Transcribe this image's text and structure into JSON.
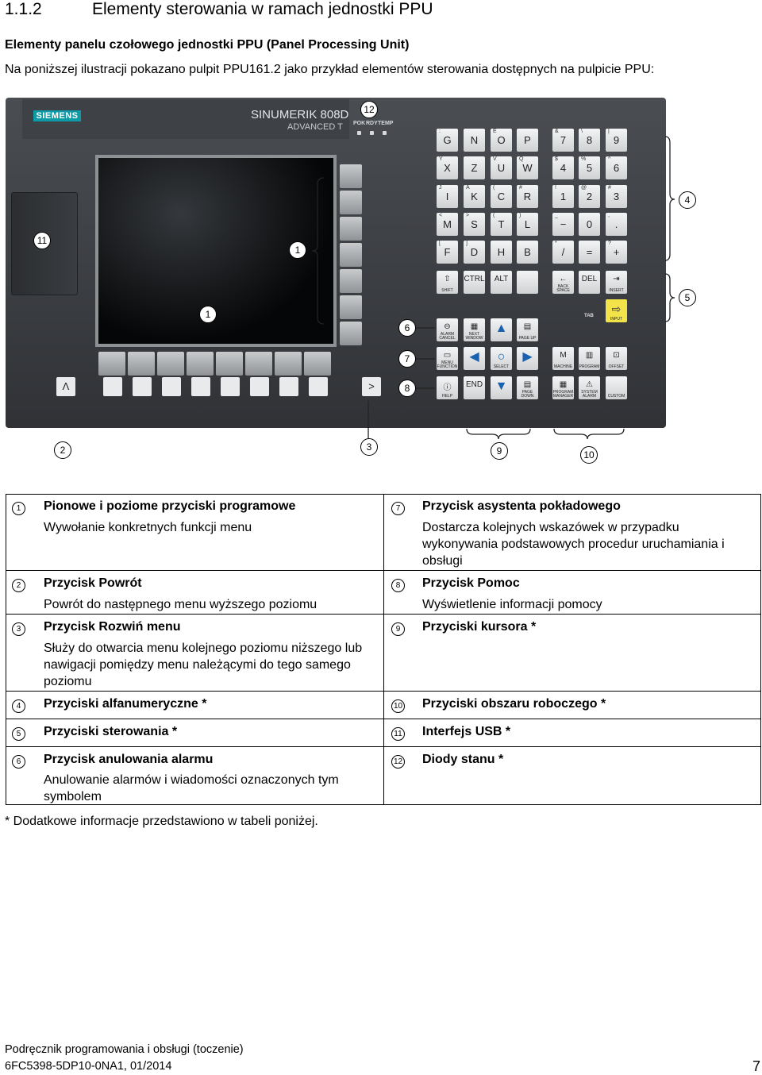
{
  "section": {
    "number": "1.1.2",
    "title": "Elementy sterowania w ramach jednostki PPU"
  },
  "subheading": "Elementy panelu czołowego jednostki PPU (Panel Processing Unit)",
  "intro": "Na poniższej ilustracji pokazano pulpit PPU161.2 jako przykład elementów sterowania dostępnych na pulpicie PPU:",
  "panel": {
    "brand": "SIEMENS",
    "model": "SINUMERIK 808D",
    "variant": "ADVANCED T",
    "leds": [
      "POK",
      "RDY",
      "TEMP"
    ],
    "back_key": "Λ",
    "next_key": ">",
    "alpha_rows": [
      [
        {
          "m": "G",
          "a": ":"
        },
        {
          "m": "N",
          "a": ""
        },
        {
          "m": "O",
          "a": "E"
        },
        {
          "m": "P",
          "a": ""
        },
        {
          "m": "7",
          "a": "&"
        },
        {
          "m": "8",
          "a": "\\"
        },
        {
          "m": "9",
          "a": "|"
        }
      ],
      [
        {
          "m": "X",
          "a": "Y"
        },
        {
          "m": "Z",
          "a": ""
        },
        {
          "m": "U",
          "a": "V"
        },
        {
          "m": "W",
          "a": "Q"
        },
        {
          "m": "4",
          "a": "$"
        },
        {
          "m": "5",
          "a": "%"
        },
        {
          "m": "6",
          "a": "^"
        }
      ],
      [
        {
          "m": "I",
          "a": "J"
        },
        {
          "m": "K",
          "a": "A"
        },
        {
          "m": "C",
          "a": "("
        },
        {
          "m": "R",
          "a": "#"
        },
        {
          "m": "1",
          "a": "!"
        },
        {
          "m": "2",
          "a": "@"
        },
        {
          "m": "3",
          "a": "#"
        }
      ],
      [
        {
          "m": "M",
          "a": "<"
        },
        {
          "m": "S",
          "a": ">"
        },
        {
          "m": "T",
          "a": "("
        },
        {
          "m": "L",
          "a": ")"
        },
        {
          "m": "−",
          "a": "_"
        },
        {
          "m": "0",
          "a": ""
        },
        {
          "m": ".",
          "a": ","
        }
      ],
      [
        {
          "m": "F",
          "a": "["
        },
        {
          "m": "D",
          "a": "]"
        },
        {
          "m": "H",
          "a": ""
        },
        {
          "m": "B",
          "a": ""
        },
        {
          "m": "/",
          "a": "*"
        },
        {
          "m": "=",
          "a": ""
        },
        {
          "m": "+",
          "a": "?"
        }
      ]
    ],
    "control_row": [
      {
        "big": "⇧",
        "lab": "SHIFT"
      },
      {
        "big": "CTRL",
        "lab": ""
      },
      {
        "big": "ALT",
        "lab": ""
      },
      {
        "big": "",
        "lab": ""
      },
      {
        "big": "←",
        "lab": "BACK SPACE"
      },
      {
        "big": "DEL",
        "lab": ""
      },
      {
        "big": "⇥",
        "lab": "INSERT"
      }
    ],
    "tab_label": "TAB",
    "input_label": "INPUT",
    "row6": [
      {
        "big": "⊖",
        "lab": "ALARM CANCEL"
      },
      {
        "big": "▦",
        "lab": "NEXT WINDOW"
      },
      {
        "big": "▲",
        "lab": ""
      },
      {
        "big": "▤",
        "lab": "PAGE UP"
      }
    ],
    "row7": [
      {
        "big": "▭",
        "lab": "MENU FUNCTION"
      },
      {
        "big": "◀",
        "lab": ""
      },
      {
        "big": "○",
        "lab": "SELECT"
      },
      {
        "big": "▶",
        "lab": ""
      },
      {
        "big": "M",
        "lab": "MACHINE"
      },
      {
        "big": "▥",
        "lab": "PROGRAM"
      },
      {
        "big": "⊡",
        "lab": "OFFSET"
      }
    ],
    "row8": [
      {
        "big": "ⓘ",
        "lab": "HELP"
      },
      {
        "big": "END",
        "lab": ""
      },
      {
        "big": "▼",
        "lab": ""
      },
      {
        "big": "▤",
        "lab": "PAGE DOWN"
      },
      {
        "big": "▦",
        "lab": "PROGRAM MANAGER"
      },
      {
        "big": "⚠",
        "lab": "SYSTEM ALARM"
      },
      {
        "big": "",
        "lab": "CUSTOM"
      }
    ]
  },
  "callouts": [
    "12",
    "4",
    "5",
    "11",
    "1",
    "1",
    "6",
    "7",
    "8",
    "2",
    "3",
    "9",
    "10"
  ],
  "items": [
    {
      "num": "1",
      "title": "Pionowe i poziome przyciski programowe",
      "desc": "Wywołanie konkretnych funkcji menu"
    },
    {
      "num": "2",
      "title": "Przycisk Powrót",
      "desc": "Powrót do następnego menu wyższego poziomu"
    },
    {
      "num": "3",
      "title": "Przycisk Rozwiń menu",
      "desc": "Służy do otwarcia menu kolejnego poziomu niższego lub nawigacji pomiędzy menu należącymi do tego samego poziomu"
    },
    {
      "num": "4",
      "title": "Przyciski alfanumeryczne *",
      "desc": ""
    },
    {
      "num": "5",
      "title": "Przyciski sterowania *",
      "desc": ""
    },
    {
      "num": "6",
      "title": "Przycisk anulowania alarmu",
      "desc": "Anulowanie alarmów i wiadomości oznaczonych tym symbolem"
    },
    {
      "num": "7",
      "title": "Przycisk asystenta pokładowego",
      "desc": "Dostarcza kolejnych wskazówek w przypadku wykonywania podstawowych procedur uruchamiania i obsługi"
    },
    {
      "num": "8",
      "title": "Przycisk Pomoc",
      "desc": "Wyświetlenie informacji pomocy"
    },
    {
      "num": "9",
      "title": "Przyciski kursora *",
      "desc": ""
    },
    {
      "num": "10",
      "title": "Przyciski obszaru roboczego *",
      "desc": ""
    },
    {
      "num": "11",
      "title": "Interfejs USB *",
      "desc": ""
    },
    {
      "num": "12",
      "title": "Diody stanu *",
      "desc": ""
    }
  ],
  "footnote": "* Dodatkowe informacje przedstawiono w tabeli poniżej.",
  "footer": {
    "line1": "Podręcznik programowania i obsługi (toczenie)",
    "line2": "6FC5398-5DP10-0NA1, 01/2014",
    "page": "7"
  }
}
